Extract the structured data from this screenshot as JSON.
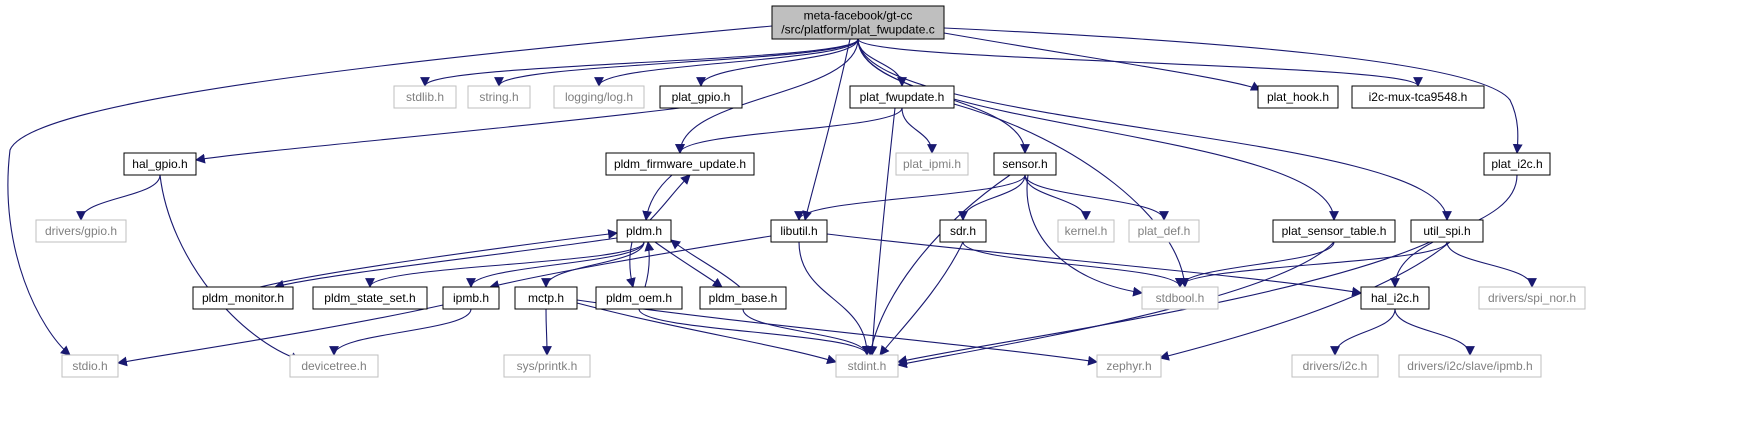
{
  "graph": {
    "root": "n0",
    "nodes": [
      {
        "id": "n0",
        "lines": [
          "meta-facebook/gt-cc",
          "/src/platform/plat_fwupdate.c"
        ],
        "style": "root"
      },
      {
        "id": "stdlib",
        "lines": [
          "stdlib.h"
        ],
        "style": "external"
      },
      {
        "id": "string",
        "lines": [
          "string.h"
        ],
        "style": "external"
      },
      {
        "id": "logging",
        "lines": [
          "logging/log.h"
        ],
        "style": "external"
      },
      {
        "id": "plat_gpio",
        "lines": [
          "plat_gpio.h"
        ],
        "style": "local"
      },
      {
        "id": "plat_fwupdate",
        "lines": [
          "plat_fwupdate.h"
        ],
        "style": "local"
      },
      {
        "id": "plat_hook",
        "lines": [
          "plat_hook.h"
        ],
        "style": "local"
      },
      {
        "id": "i2cmux",
        "lines": [
          "i2c-mux-tca9548.h"
        ],
        "style": "local"
      },
      {
        "id": "hal_gpio",
        "lines": [
          "hal_gpio.h"
        ],
        "style": "local"
      },
      {
        "id": "pldm_fw",
        "lines": [
          "pldm_firmware_update.h"
        ],
        "style": "local"
      },
      {
        "id": "plat_ipmi",
        "lines": [
          "plat_ipmi.h"
        ],
        "style": "external"
      },
      {
        "id": "sensor",
        "lines": [
          "sensor.h"
        ],
        "style": "local"
      },
      {
        "id": "plat_i2c",
        "lines": [
          "plat_i2c.h"
        ],
        "style": "local"
      },
      {
        "id": "drv_gpio",
        "lines": [
          "drivers/gpio.h"
        ],
        "style": "external"
      },
      {
        "id": "pldm",
        "lines": [
          "pldm.h"
        ],
        "style": "local"
      },
      {
        "id": "libutil",
        "lines": [
          "libutil.h"
        ],
        "style": "local"
      },
      {
        "id": "sdr",
        "lines": [
          "sdr.h"
        ],
        "style": "local"
      },
      {
        "id": "kernel",
        "lines": [
          "kernel.h"
        ],
        "style": "external"
      },
      {
        "id": "plat_def",
        "lines": [
          "plat_def.h"
        ],
        "style": "external"
      },
      {
        "id": "plat_sensor_table",
        "lines": [
          "plat_sensor_table.h"
        ],
        "style": "local"
      },
      {
        "id": "util_spi",
        "lines": [
          "util_spi.h"
        ],
        "style": "local"
      },
      {
        "id": "pldm_monitor",
        "lines": [
          "pldm_monitor.h"
        ],
        "style": "local"
      },
      {
        "id": "pldm_state_set",
        "lines": [
          "pldm_state_set.h"
        ],
        "style": "local"
      },
      {
        "id": "ipmb",
        "lines": [
          "ipmb.h"
        ],
        "style": "local"
      },
      {
        "id": "mctp",
        "lines": [
          "mctp.h"
        ],
        "style": "local"
      },
      {
        "id": "pldm_oem",
        "lines": [
          "pldm_oem.h"
        ],
        "style": "local"
      },
      {
        "id": "pldm_base",
        "lines": [
          "pldm_base.h"
        ],
        "style": "local"
      },
      {
        "id": "stdbool",
        "lines": [
          "stdbool.h"
        ],
        "style": "external"
      },
      {
        "id": "hal_i2c",
        "lines": [
          "hal_i2c.h"
        ],
        "style": "local"
      },
      {
        "id": "drv_spi_nor",
        "lines": [
          "drivers/spi_nor.h"
        ],
        "style": "external"
      },
      {
        "id": "stdio",
        "lines": [
          "stdio.h"
        ],
        "style": "external"
      },
      {
        "id": "devicetree",
        "lines": [
          "devicetree.h"
        ],
        "style": "external"
      },
      {
        "id": "sys_printk",
        "lines": [
          "sys/printk.h"
        ],
        "style": "external"
      },
      {
        "id": "stdint",
        "lines": [
          "stdint.h"
        ],
        "style": "external"
      },
      {
        "id": "zephyr",
        "lines": [
          "zephyr.h"
        ],
        "style": "external"
      },
      {
        "id": "drv_i2c",
        "lines": [
          "drivers/i2c.h"
        ],
        "style": "external"
      },
      {
        "id": "drv_i2c_ipmb",
        "lines": [
          "drivers/i2c/slave/ipmb.h"
        ],
        "style": "external"
      }
    ],
    "edges": [
      [
        "n0",
        "stdlib"
      ],
      [
        "n0",
        "string"
      ],
      [
        "n0",
        "logging"
      ],
      [
        "n0",
        "plat_gpio"
      ],
      [
        "n0",
        "plat_fwupdate"
      ],
      [
        "n0",
        "plat_hook"
      ],
      [
        "n0",
        "i2cmux"
      ],
      [
        "n0",
        "pldm_fw"
      ],
      [
        "n0",
        "sensor"
      ],
      [
        "n0",
        "plat_i2c"
      ],
      [
        "n0",
        "libutil"
      ],
      [
        "n0",
        "plat_sensor_table"
      ],
      [
        "n0",
        "util_spi"
      ],
      [
        "n0",
        "stdio"
      ],
      [
        "plat_gpio",
        "hal_gpio"
      ],
      [
        "hal_gpio",
        "drv_gpio"
      ],
      [
        "hal_gpio",
        "devicetree"
      ],
      [
        "plat_fwupdate",
        "pldm_fw"
      ],
      [
        "plat_fwupdate",
        "plat_ipmi"
      ],
      [
        "plat_fwupdate",
        "stdint"
      ],
      [
        "plat_fwupdate",
        "stdbool"
      ],
      [
        "pldm_fw",
        "pldm"
      ],
      [
        "pldm",
        "pldm_fw"
      ],
      [
        "pldm",
        "pldm_monitor"
      ],
      [
        "pldm_monitor",
        "pldm"
      ],
      [
        "pldm",
        "pldm_state_set"
      ],
      [
        "pldm",
        "ipmb"
      ],
      [
        "pldm",
        "mctp"
      ],
      [
        "pldm",
        "pldm_oem"
      ],
      [
        "pldm_oem",
        "pldm"
      ],
      [
        "pldm",
        "pldm_base"
      ],
      [
        "pldm_base",
        "pldm"
      ],
      [
        "sensor",
        "libutil"
      ],
      [
        "sensor",
        "sdr"
      ],
      [
        "sensor",
        "kernel"
      ],
      [
        "sensor",
        "plat_def"
      ],
      [
        "sensor",
        "stdint"
      ],
      [
        "sensor",
        "stdbool"
      ],
      [
        "libutil",
        "ipmb"
      ],
      [
        "libutil",
        "hal_i2c"
      ],
      [
        "libutil",
        "stdint"
      ],
      [
        "sdr",
        "stdbool"
      ],
      [
        "sdr",
        "stdint"
      ],
      [
        "plat_sensor_table",
        "stdbool"
      ],
      [
        "plat_sensor_table",
        "stdint"
      ],
      [
        "util_spi",
        "stdbool"
      ],
      [
        "util_spi",
        "drv_spi_nor"
      ],
      [
        "util_spi",
        "stdint"
      ],
      [
        "util_spi",
        "zephyr"
      ],
      [
        "plat_i2c",
        "hal_i2c"
      ],
      [
        "hal_i2c",
        "drv_i2c"
      ],
      [
        "hal_i2c",
        "drv_i2c_ipmb"
      ],
      [
        "ipmb",
        "stdio"
      ],
      [
        "ipmb",
        "devicetree"
      ],
      [
        "mctp",
        "sys_printk"
      ],
      [
        "mctp",
        "stdint"
      ],
      [
        "mctp",
        "zephyr"
      ],
      [
        "pldm_oem",
        "stdint"
      ],
      [
        "pldm_base",
        "stdint"
      ]
    ]
  },
  "colors": {
    "edge": "#191970",
    "root_fill": "#bfbfbf",
    "local_border": "#000000",
    "external_border": "#bfbfbf",
    "external_text": "#808080",
    "text": "#000000"
  }
}
